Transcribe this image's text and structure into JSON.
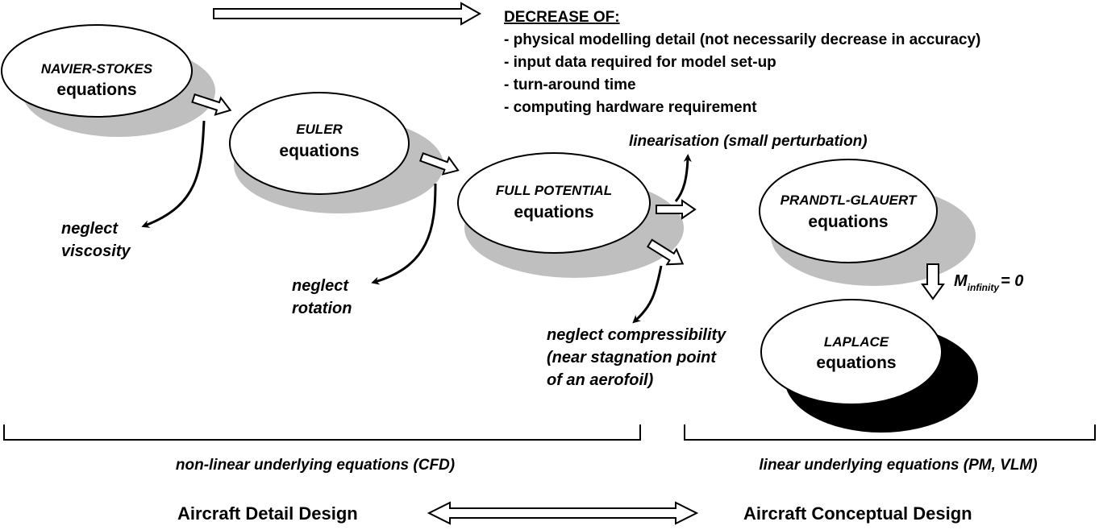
{
  "diagram": {
    "decrease": {
      "heading": "DECREASE OF:",
      "items": [
        "- physical modelling detail (not necessarily decrease in accuracy)",
        "- input data required for model set-up",
        "- turn-around time",
        "- computing hardware requirement"
      ]
    },
    "nodes": {
      "navier_stokes": {
        "title": "NAVIER-STOKES",
        "subtitle": "equations"
      },
      "euler": {
        "title": "EULER",
        "subtitle": "equations"
      },
      "full_potential": {
        "title": "FULL POTENTIAL",
        "subtitle": "equations"
      },
      "prandtl_glauert": {
        "title": "PRANDTL-GLAUERT",
        "subtitle": "equations"
      },
      "laplace": {
        "title": "LAPLACE",
        "subtitle": "equations"
      }
    },
    "labels": {
      "neglect_viscosity": [
        "neglect",
        "viscosity"
      ],
      "neglect_rotation": [
        "neglect",
        "rotation"
      ],
      "linearisation": "linearisation (small perturbation)",
      "neglect_compressibility": [
        "neglect compressibility",
        "(near stagnation point",
        "of an aerofoil)"
      ],
      "mach": {
        "base": "M",
        "sub": "infinity",
        "rest": "= 0"
      }
    },
    "brackets": {
      "nonlinear": "non-linear underlying equations (CFD)",
      "linear": "linear underlying equations (PM, VLM)"
    },
    "footer": {
      "left": "Aircraft Detail Design",
      "right": "Aircraft Conceptual Design"
    },
    "colors": {
      "shadow_gray": "#bfbfbf",
      "shadow_black": "#000000",
      "line": "#000000"
    }
  }
}
